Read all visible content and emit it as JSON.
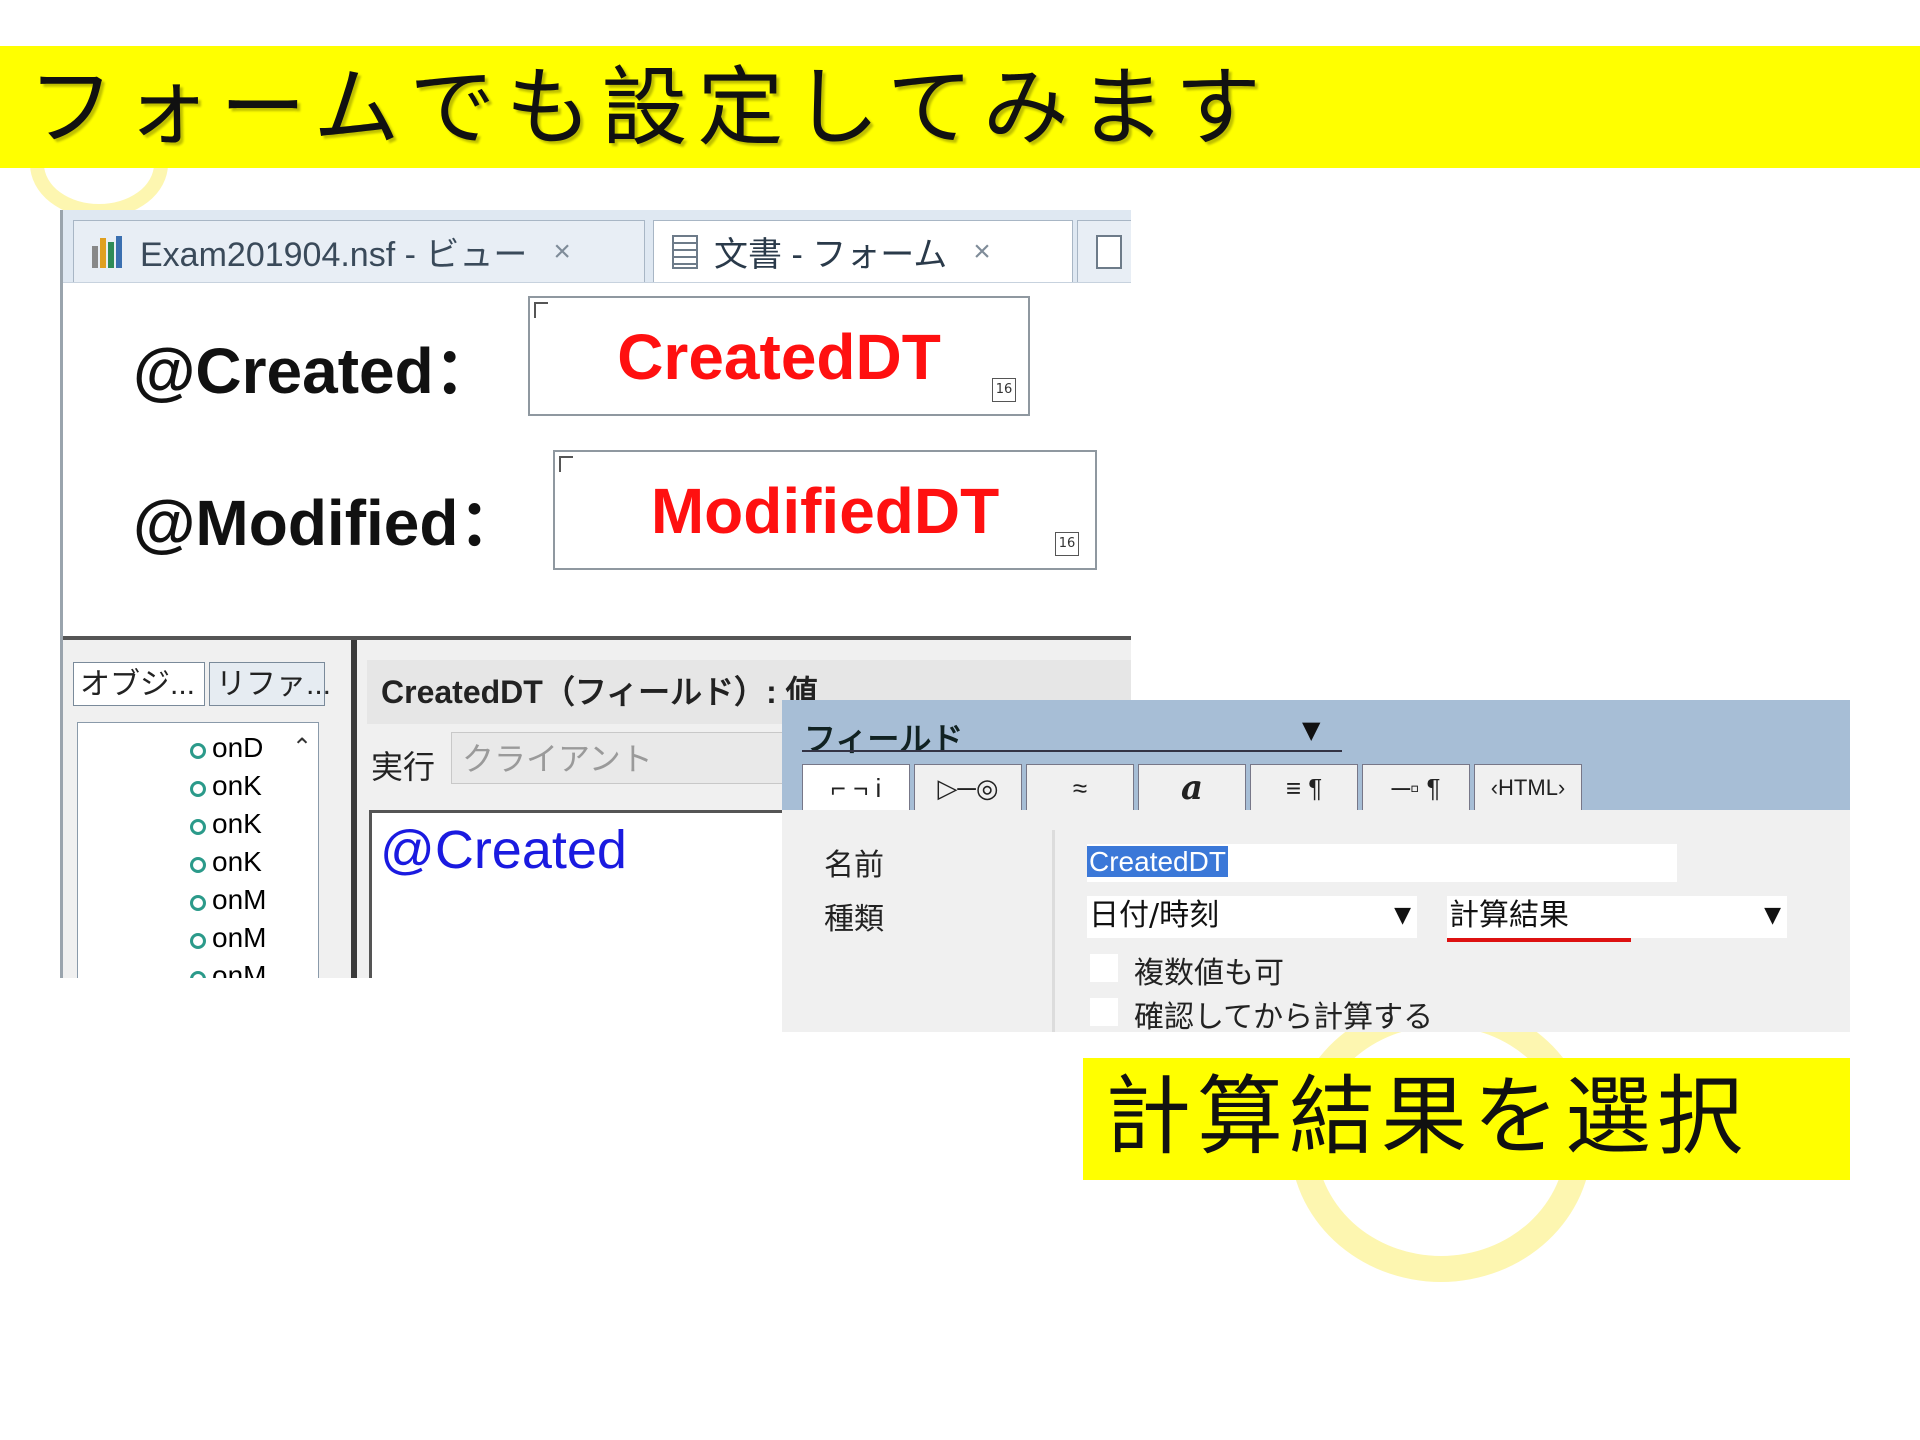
{
  "banner": {
    "title": "フォームでも設定してみます"
  },
  "designer": {
    "tabs": [
      {
        "label": "Exam201904.nsf - ビュー",
        "close": "×"
      },
      {
        "label": "文書 - フォーム",
        "close": "×"
      }
    ],
    "fields": [
      {
        "label": "@Created：",
        "field": "CreatedDT",
        "tag": "16"
      },
      {
        "label": "@Modified：",
        "field": "ModifiedDT",
        "tag": "16"
      }
    ],
    "left_tabs": [
      "オブジ...",
      "リファ..."
    ],
    "events": [
      "onD",
      "onK",
      "onK",
      "onK",
      "onM",
      "onM",
      "onM"
    ],
    "header": "CreatedDT（フィールド）: 値",
    "run_label": "実行",
    "run_value": "クライアント",
    "formula": "@Created"
  },
  "properties": {
    "title": "フィールド",
    "tabs": [
      "⌐ ¬ i",
      "▷─◎",
      "≈",
      "a",
      "≡ ¶",
      "─▫ ¶",
      "‹HTML›"
    ],
    "name_label": "名前",
    "name_value": "CreatedDT",
    "type_label": "種類",
    "type_value": "日付/時刻",
    "mode_value": "計算結果",
    "checkbox_1": "複数値も可",
    "checkbox_2": "確認してから計算する"
  },
  "callout": {
    "text": "計算結果を選択"
  },
  "colors": {
    "banner": "#ffff00",
    "field_text": "#ff1010",
    "formula": "#1a1ae0",
    "underline": "#dd1111"
  }
}
